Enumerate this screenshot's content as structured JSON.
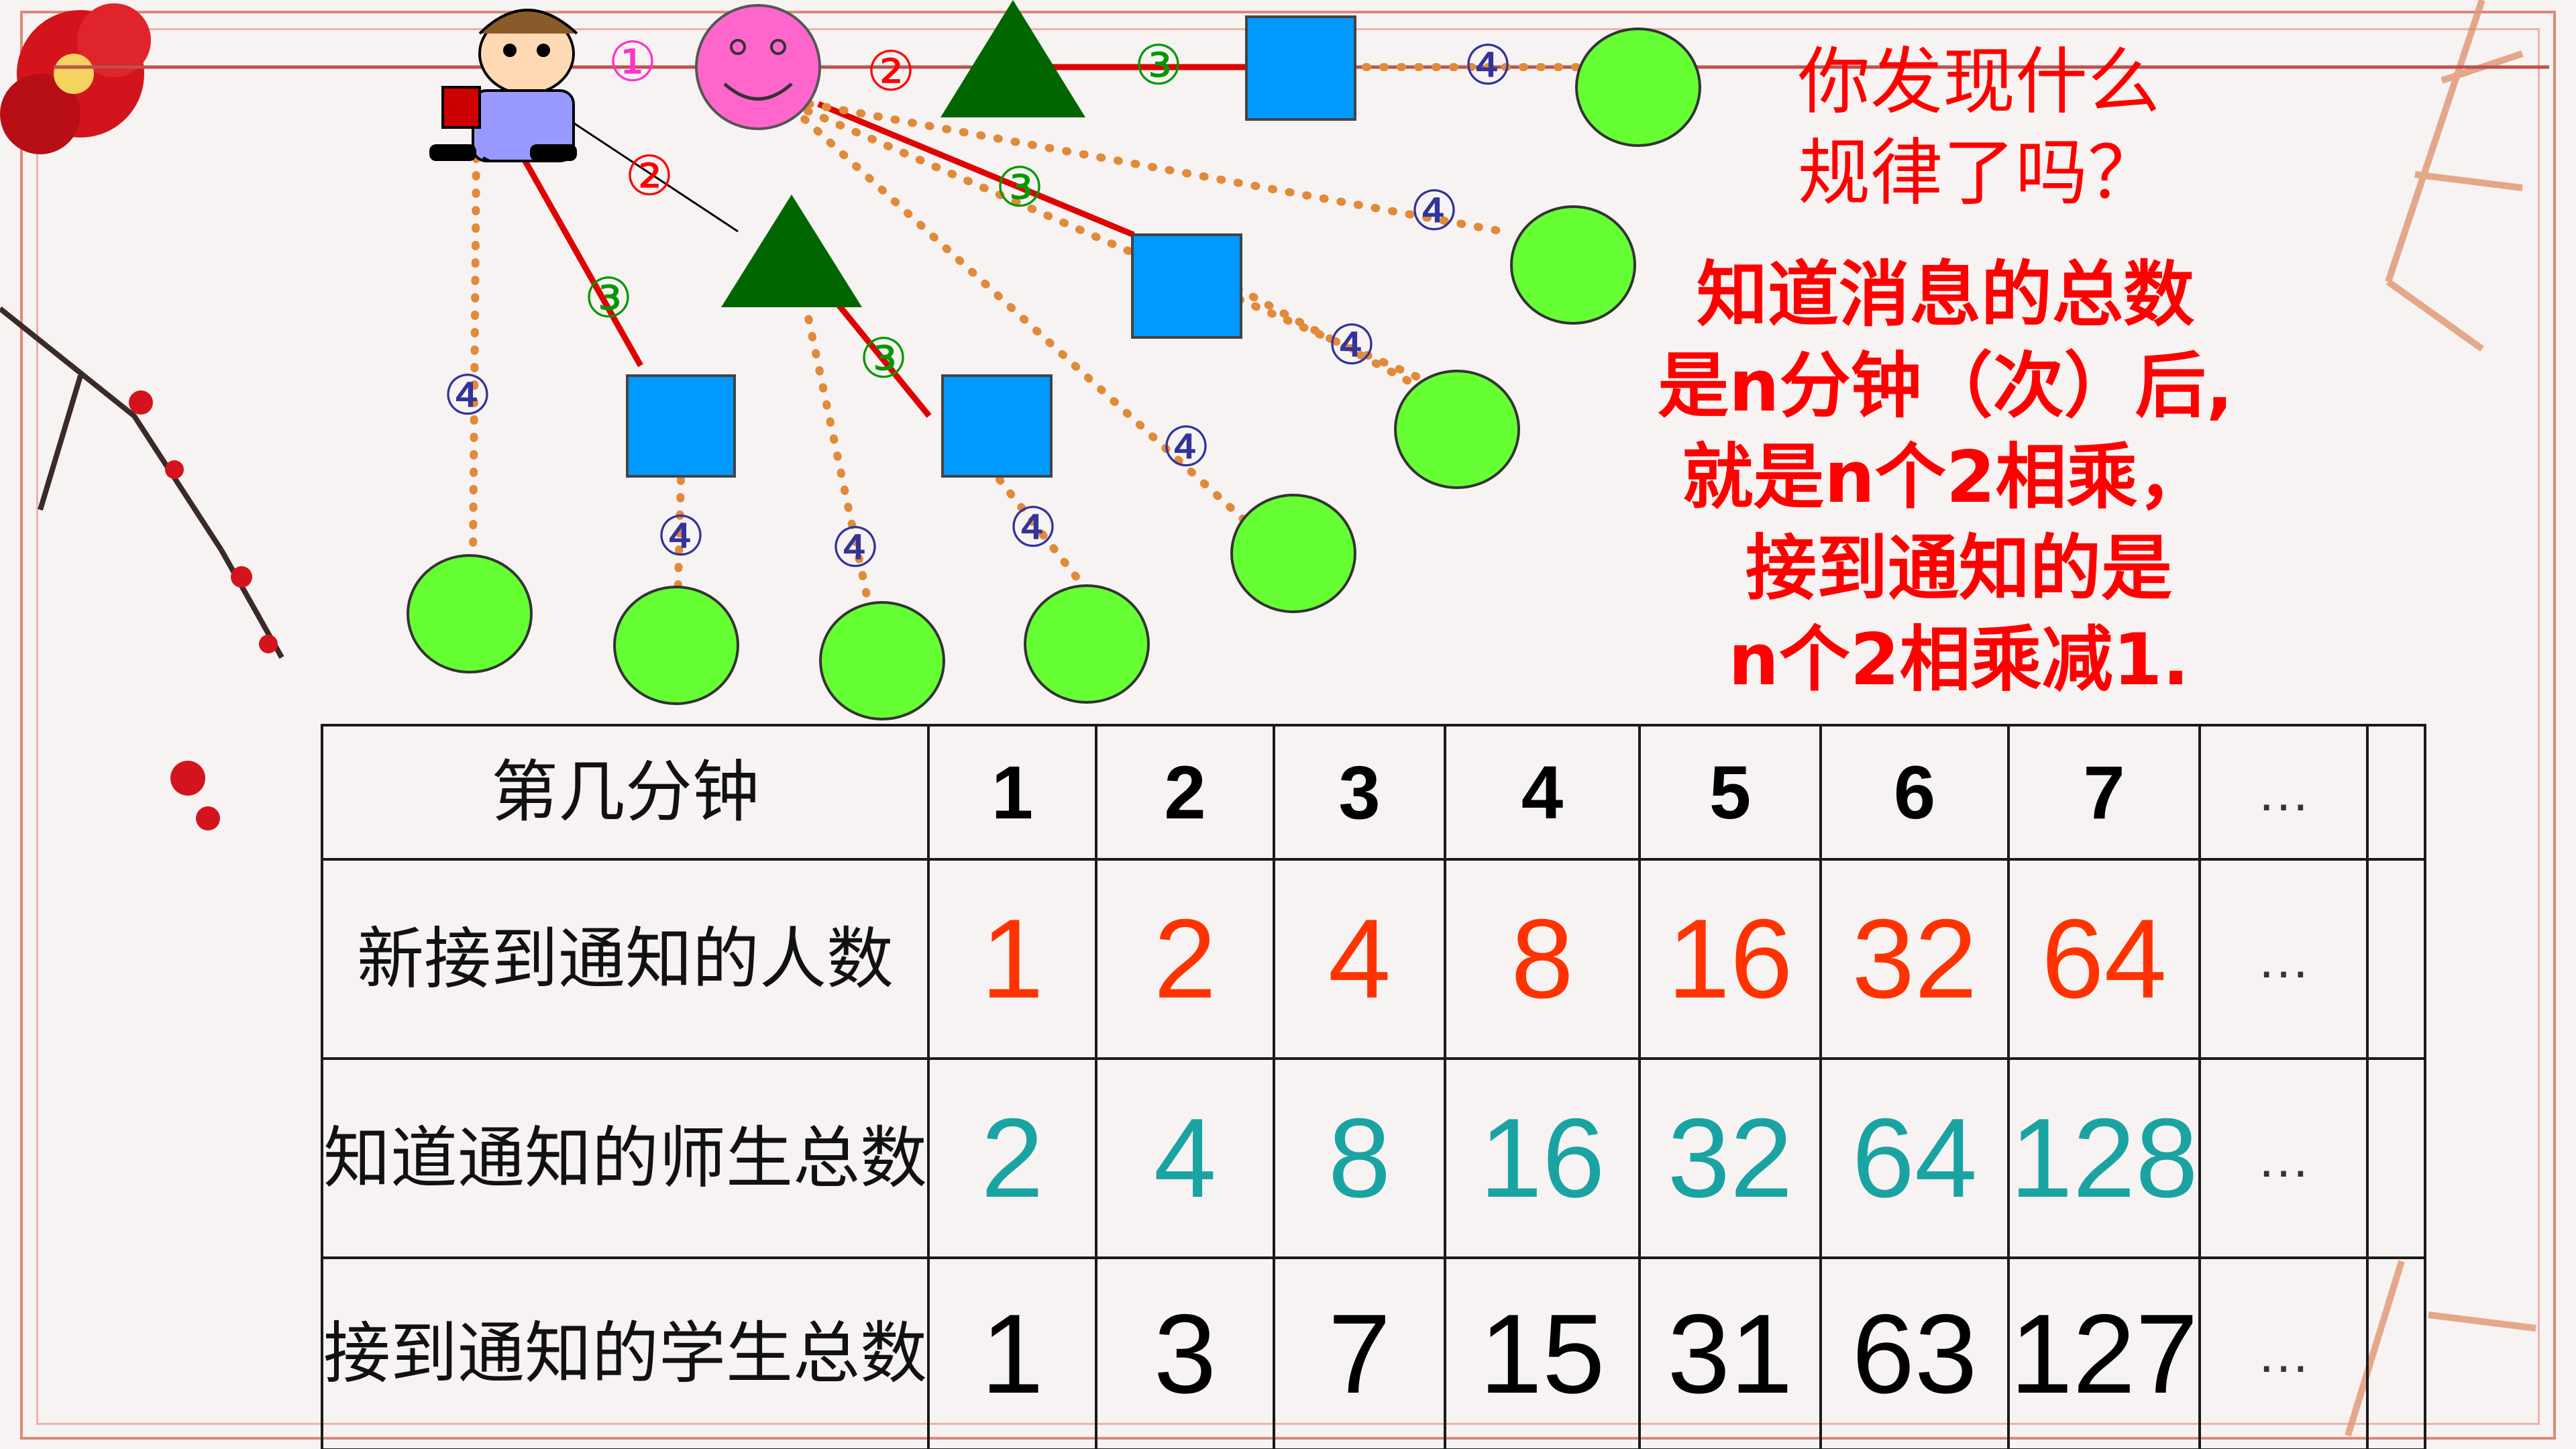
{
  "question": {
    "line1": "你发现什么",
    "line2": "规律了吗？"
  },
  "rule": {
    "line1": "知道消息的总数",
    "line2": "是n分钟（次）后,",
    "line3": "就是n个2相乘，",
    "line4": "接到通知的是",
    "line5": "n个2相乘减1."
  },
  "step_labels": [
    "①",
    "②",
    "③",
    "④"
  ],
  "colors": {
    "red_text": "#ff0000",
    "new_count": "#ff3300",
    "total_count": "#1aa3a3",
    "circle_pink": "#ff66cc",
    "triangle": "#006600",
    "square": "#0099ff",
    "circle_green": "#66ff33",
    "solid_link": "#e00000",
    "dotted_link": "#e08a3a"
  },
  "table": {
    "header_label": "第几分钟",
    "minutes": [
      "1",
      "2",
      "3",
      "4",
      "5",
      "6",
      "7",
      "…"
    ],
    "rows": [
      {
        "label": "新接到通知的人数",
        "values": [
          "1",
          "2",
          "4",
          "8",
          "16",
          "32",
          "64",
          "…"
        ]
      },
      {
        "label": "知道通知的师生总数",
        "values": [
          "2",
          "4",
          "8",
          "16",
          "32",
          "64",
          "128",
          "…"
        ]
      },
      {
        "label": "接到通知的学生总数",
        "values": [
          "1",
          "3",
          "7",
          "15",
          "31",
          "63",
          "127",
          "…"
        ]
      }
    ]
  }
}
